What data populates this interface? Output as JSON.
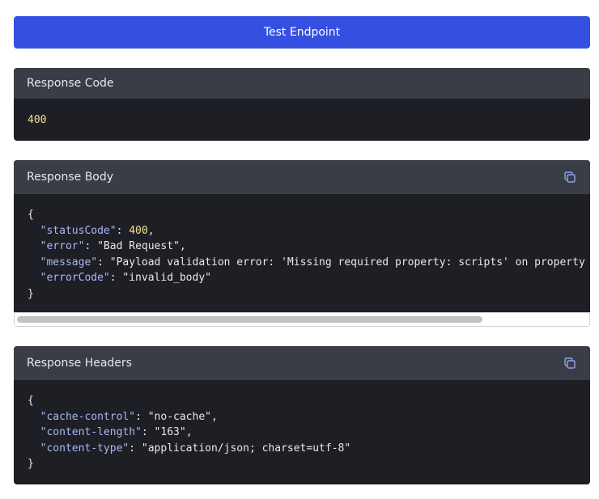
{
  "test_button": {
    "label": "Test Endpoint"
  },
  "response_code": {
    "title": "Response Code",
    "value": "400"
  },
  "response_body": {
    "title": "Response Body",
    "copy_icon": "copy-icon",
    "open_brace": "{",
    "close_brace": "}",
    "fields": [
      {
        "key": "\"statusCode\"",
        "value": "400",
        "type": "number",
        "trail": ","
      },
      {
        "key": "\"error\"",
        "value": "\"Bad Request\"",
        "type": "string",
        "trail": ","
      },
      {
        "key": "\"message\"",
        "value": "\"Payload validation error: 'Missing required property: scripts' on property",
        "type": "string",
        "trail": ""
      },
      {
        "key": "\"errorCode\"",
        "value": "\"invalid_body\"",
        "type": "string",
        "trail": ""
      }
    ]
  },
  "response_headers": {
    "title": "Response Headers",
    "copy_icon": "copy-icon",
    "open_brace": "{",
    "close_brace": "}",
    "fields": [
      {
        "key": "\"cache-control\"",
        "value": "\"no-cache\"",
        "type": "string",
        "trail": ","
      },
      {
        "key": "\"content-length\"",
        "value": "\"163\"",
        "type": "string",
        "trail": ","
      },
      {
        "key": "\"content-type\"",
        "value": "\"application/json; charset=utf-8\"",
        "type": "string",
        "trail": ""
      }
    ]
  },
  "colors": {
    "button": "#3550e0",
    "header_bg": "#3a3d46",
    "code_bg": "#1d1f25",
    "key": "#a9b8f5",
    "number": "#f4e08a"
  }
}
